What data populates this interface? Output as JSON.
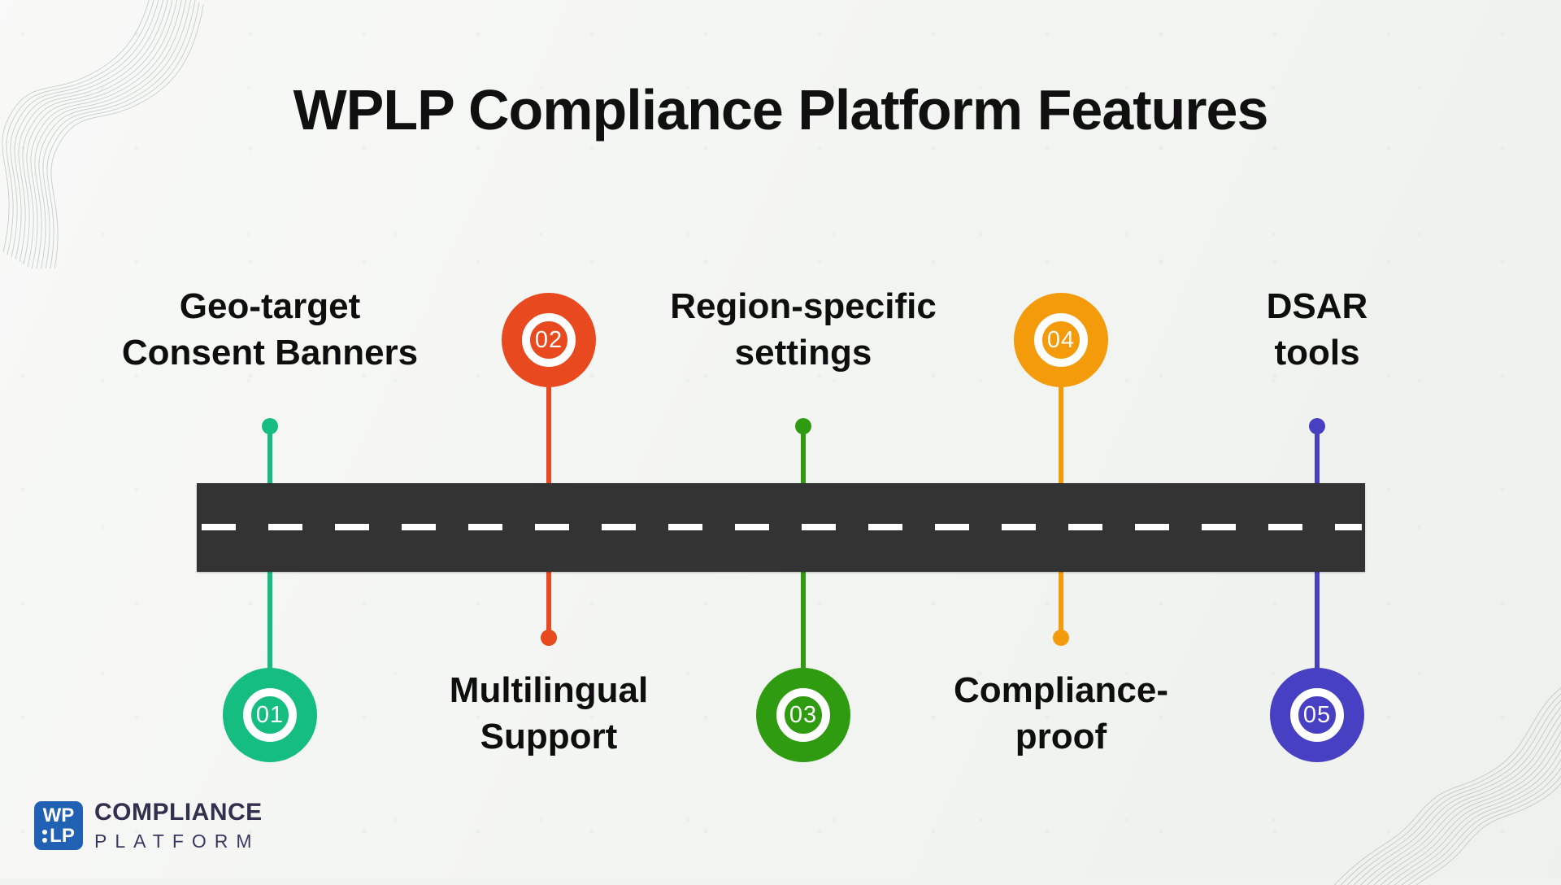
{
  "title": "WPLP Compliance Platform Features",
  "colors": {
    "background": "#f1f3f0",
    "road": "#333333",
    "road_dash": "#ffffff",
    "title_text": "#101010",
    "label_text": "#0e0e0e"
  },
  "items": [
    {
      "number": "01",
      "label_line1": "Geo-target",
      "label_line2": "Consent Banners",
      "color": "#16bd80",
      "label_position": "top",
      "circle_position": "below-road"
    },
    {
      "number": "02",
      "label_line1": "Multilingual",
      "label_line2": "Support",
      "color": "#e8491f",
      "label_position": "bottom",
      "circle_position": "above-road"
    },
    {
      "number": "03",
      "label_line1": "Region-specific",
      "label_line2": "settings",
      "color": "#2f9b10",
      "label_position": "top",
      "circle_position": "below-road"
    },
    {
      "number": "04",
      "label_line1": "Compliance-",
      "label_line2": "proof",
      "color": "#f49b0b",
      "label_position": "bottom",
      "circle_position": "above-road"
    },
    {
      "number": "05",
      "label_line1": "DSAR",
      "label_line2": "tools",
      "color": "#4840c2",
      "label_position": "top",
      "circle_position": "below-road"
    }
  ],
  "logo": {
    "box_line1": "WP",
    "box_line2": "LP",
    "box_color": "#2061b3",
    "brand_line1": "COMPLIANCE",
    "brand_line2": "PLATFORM",
    "brand_color": "#32304f",
    "brand_sub_color": "#3a3860"
  }
}
